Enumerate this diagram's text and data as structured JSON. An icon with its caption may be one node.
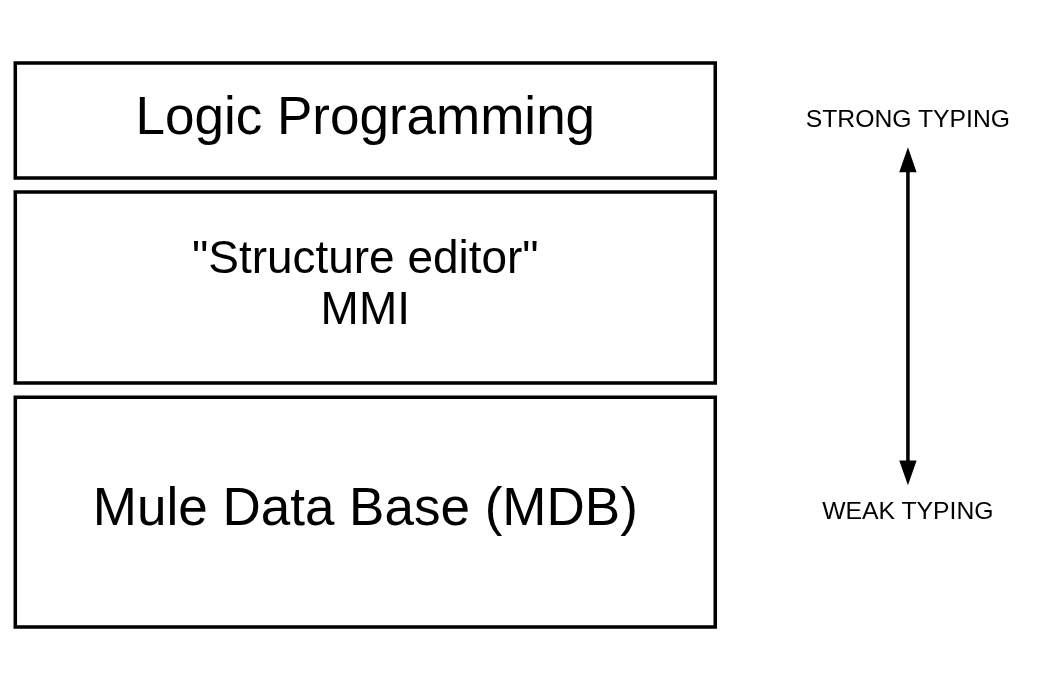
{
  "diagram": {
    "nodes": [
      {
        "text": [
          "Logic Programming"
        ]
      },
      {
        "text": [
          "\"Structure editor\"",
          "MMI"
        ]
      },
      {
        "text": [
          "Mule Data Base (MDB)"
        ]
      },
      {
        "text": [
          "STRONG TYPING"
        ]
      },
      {
        "text": [
          "WEAK TYPING"
        ]
      }
    ],
    "edges": [
      {
        "from": 3,
        "to": 4,
        "arrow": "both"
      }
    ]
  }
}
